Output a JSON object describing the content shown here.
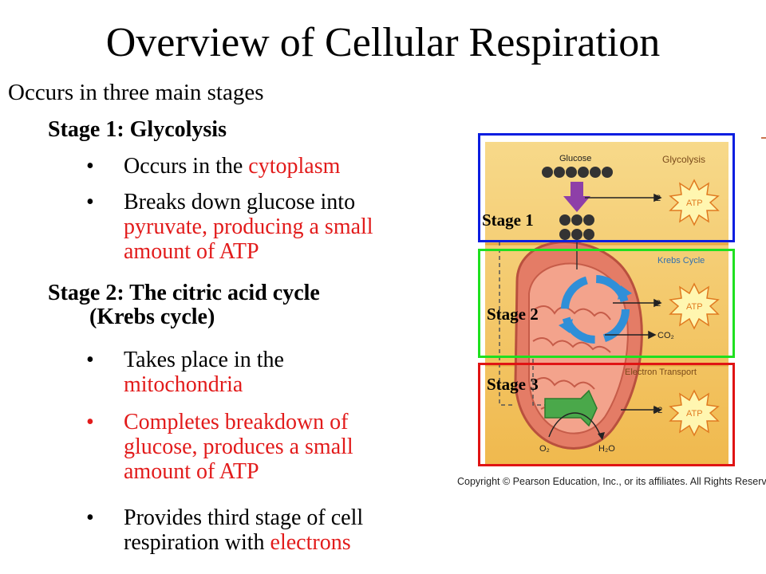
{
  "title": "Overview of Cellular Respiration",
  "intro": "Occurs in three main stages",
  "stage1": {
    "heading": "Stage 1: Glycolysis",
    "b1_pre": "Occurs in the ",
    "b1_red": "cytoplasm",
    "b2_pre": "Breaks down glucose into",
    "b2_red": "pyruvate, producing a small",
    "b2_red2": "amount of ATP"
  },
  "stage2": {
    "heading_l1": "Stage 2: The citric acid cycle",
    "heading_l2": "(Krebs cycle)",
    "b1_l1": "Takes place in the",
    "b1_red": "mitochondria",
    "b2_l1": "Completes breakdown of",
    "b2_l2": "glucose, produces a small",
    "b2_l3": "amount of ATP",
    "b3_l1": "Provides third stage of cell",
    "b3_pre": "respiration with ",
    "b3_red": "electrons"
  },
  "bullet_char": "•",
  "figure": {
    "glucose": "Glucose",
    "glycolysis": "Glycolysis",
    "krebs": "Krebs Cycle",
    "electron_transport": "Electron Transport",
    "atp": "ATP",
    "atp_count_1": "2",
    "atp_count_2": "2",
    "atp_count_3": "32",
    "co2": "CO₂",
    "o2": "O₂",
    "h2o": "H₂O",
    "stage1_label": "Stage 1",
    "stage2_label": "Stage 2",
    "stage3_label": "Stage 3",
    "credit": "Copyright © Pearson Education, Inc., or its affiliates. All Rights Reserved.c"
  },
  "colors": {
    "blue_box": "#0a1ee0",
    "green_box": "#1fe01f",
    "red_box": "#e01414",
    "text_red": "#e21b1b"
  }
}
